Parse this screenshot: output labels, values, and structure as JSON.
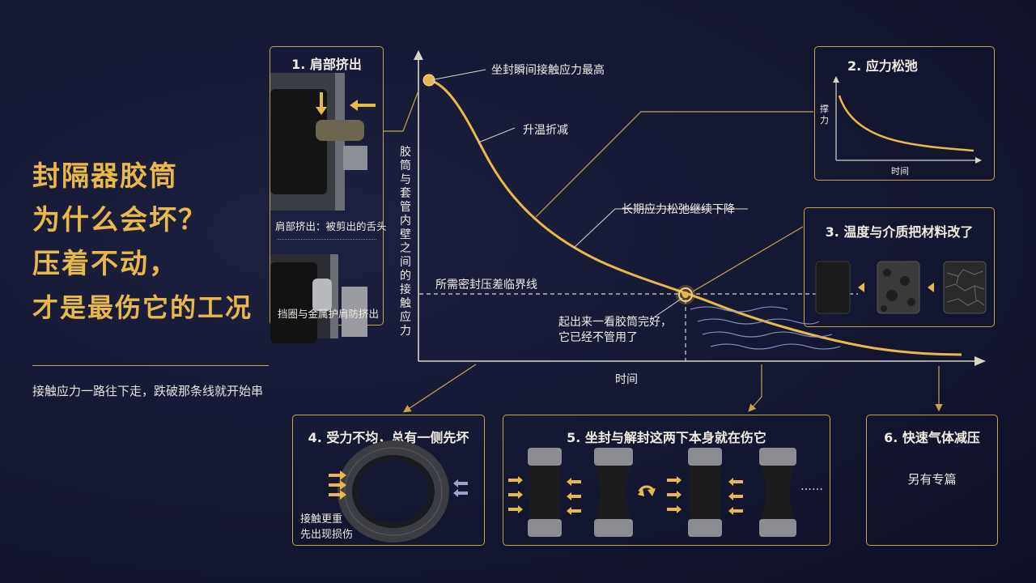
{
  "headline": {
    "lines": [
      "封隔器胶筒",
      "为什么会坏？",
      "压着不动，",
      "才是最伤它的工况"
    ],
    "subtitle": "接触应力一路往下走，跌破那条线就开始串"
  },
  "chart": {
    "ylabel_chars": [
      "胶",
      "筒",
      "与",
      "套",
      "管",
      "内",
      "壁",
      "之",
      "间",
      "的",
      "接",
      "触",
      "应",
      "力"
    ],
    "xlabel": "时间",
    "annotations": {
      "peak": "坐封瞬间接触应力最高",
      "heating": "升温折减",
      "relax": "长期应力松弛继续下降",
      "threshold": "所需密封压差临界线",
      "looks_ok_1": "起出来一看胶筒完好，",
      "looks_ok_2": "它已经不管用了"
    }
  },
  "panels": {
    "p1": {
      "title": "1. 肩部挤出",
      "caption_top": "肩部挤出：被剪出的舌头",
      "caption_bottom": "挡圈与金属护肩防挤出"
    },
    "p2": {
      "title": "2. 应力松弛",
      "ylabel": "撑力",
      "xlabel": "时间"
    },
    "p3": {
      "title": "3. 温度与介质把材料改了"
    },
    "p4": {
      "title": "4. 受力不均，总有一侧先坏",
      "note_1": "接触更重",
      "note_2": "先出现损伤"
    },
    "p5": {
      "title": "5. 坐封与解封这两下本身就在伤它",
      "ellipsis": "……"
    },
    "p6": {
      "title": "6. 快速气体减压",
      "body": "另有专篇"
    }
  },
  "colors": {
    "accent": "#e8b84a",
    "line": "#c9a24a",
    "background": "#141731"
  }
}
